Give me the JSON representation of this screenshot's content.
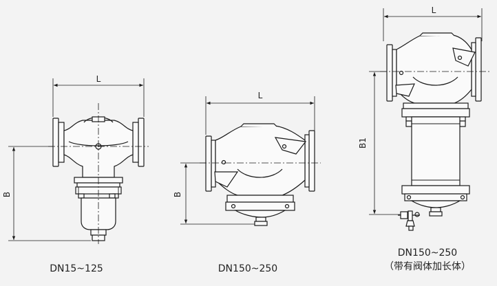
{
  "figures": [
    {
      "caption": "DN15~125",
      "dims": {
        "width": "L",
        "height": "B"
      }
    },
    {
      "caption": "DN150~250",
      "dims": {
        "width": "L",
        "height": "B"
      }
    },
    {
      "caption": "DN150~250",
      "note": "（带有阀体加长体）",
      "dims": {
        "width": "L",
        "height": "B1"
      }
    }
  ],
  "colors": {
    "background": "#f3f3f3",
    "line": "#1a1a1a"
  }
}
